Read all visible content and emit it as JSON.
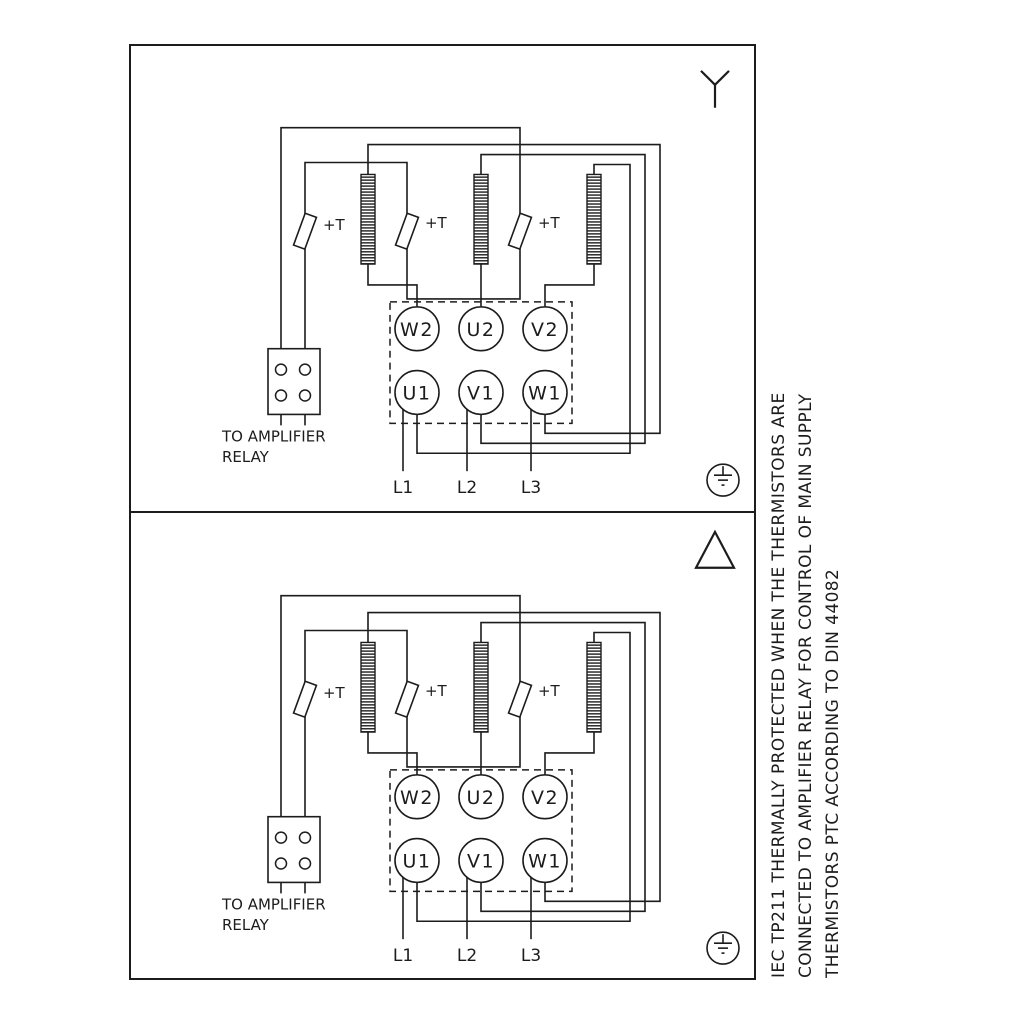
{
  "colors": {
    "line": "#1c1c1c",
    "background": "#ffffff"
  },
  "labels": {
    "thermistor": "+T",
    "relay_line1": "TO AMPLIFIER",
    "relay_line2": "RELAY"
  },
  "panels": [
    {
      "connection": "star",
      "symbol": "star-icon",
      "terminals_top": [
        "W2",
        "U2",
        "V2"
      ],
      "terminals_bottom": [
        "U1",
        "V1",
        "W1"
      ],
      "supply": [
        "L1",
        "L2",
        "L3"
      ]
    },
    {
      "connection": "delta",
      "symbol": "delta-icon",
      "terminals_top": [
        "W2",
        "U2",
        "V2"
      ],
      "terminals_bottom": [
        "U1",
        "V1",
        "W1"
      ],
      "supply": [
        "L1",
        "L2",
        "L3"
      ]
    }
  ],
  "note": {
    "lines": [
      "IEC TP211 THERMALLY PROTECTED WHEN THE THERMISTORS ARE",
      "CONNECTED TO AMPLIFIER RELAY FOR CONTROL OF MAIN SUPPLY",
      "THERMISTORS PTC ACCORDING TO DIN 44082"
    ]
  }
}
